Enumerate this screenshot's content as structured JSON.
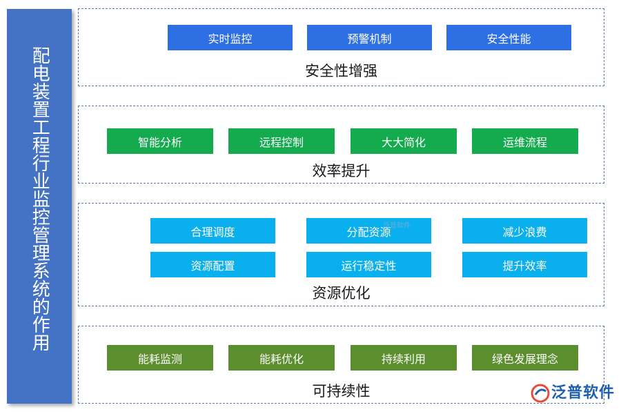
{
  "sidebar": {
    "title": "配电装置工程行业监控管理系统的作用"
  },
  "sections": [
    {
      "title": "安全性增强",
      "color": "#2f6fe4",
      "items": [
        "实时监控",
        "预警机制",
        "安全性能"
      ]
    },
    {
      "title": "效率提升",
      "color": "#14ab4f",
      "items": [
        "智能分析",
        "远程控制",
        "大大简化",
        "运维流程"
      ]
    },
    {
      "title": "资源优化",
      "color": "#0ab0ee",
      "items": [
        "合理调度",
        "分配资源",
        "减少浪费",
        "资源配置",
        "运行稳定性",
        "提升效率"
      ]
    },
    {
      "title": "可持续性",
      "color": "#5b8e2d",
      "items": [
        "能耗监测",
        "能耗优化",
        "持续利用",
        "绿色发展理念"
      ]
    }
  ],
  "watermark": "泛普软件",
  "logo": {
    "text": "泛普软件"
  }
}
